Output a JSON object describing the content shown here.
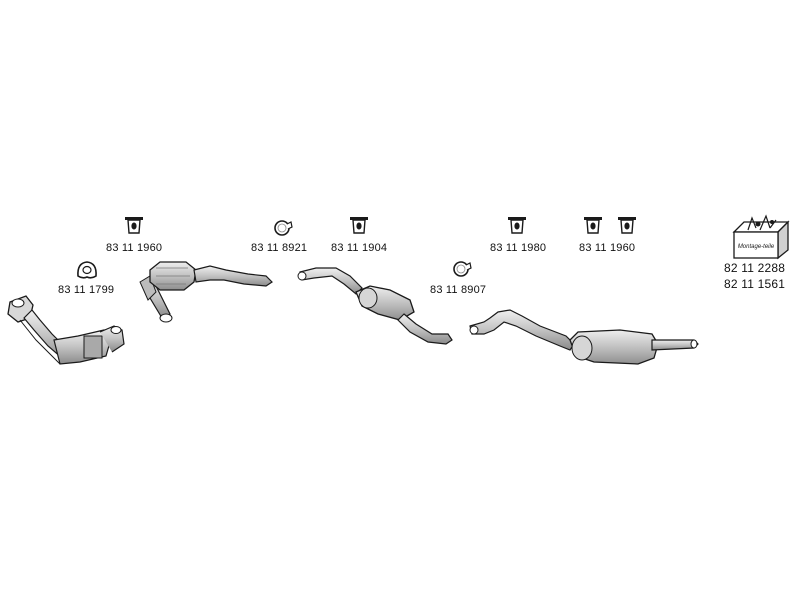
{
  "diagram": {
    "part_numbers": [
      "83 11 1960",
      "83 11 8921",
      "83 11 1904",
      "83 11 1799",
      "83 11 8907",
      "83 11 1980",
      "83 11 1960",
      "82 11 2288",
      "82 11 1561"
    ],
    "kit_box_text": "Montage-teile",
    "colors": {
      "outline": "#1a1a1a",
      "part_fill": "#bdbdbd",
      "part_light": "#e4e4e4",
      "part_dark": "#8c8c8c"
    }
  }
}
